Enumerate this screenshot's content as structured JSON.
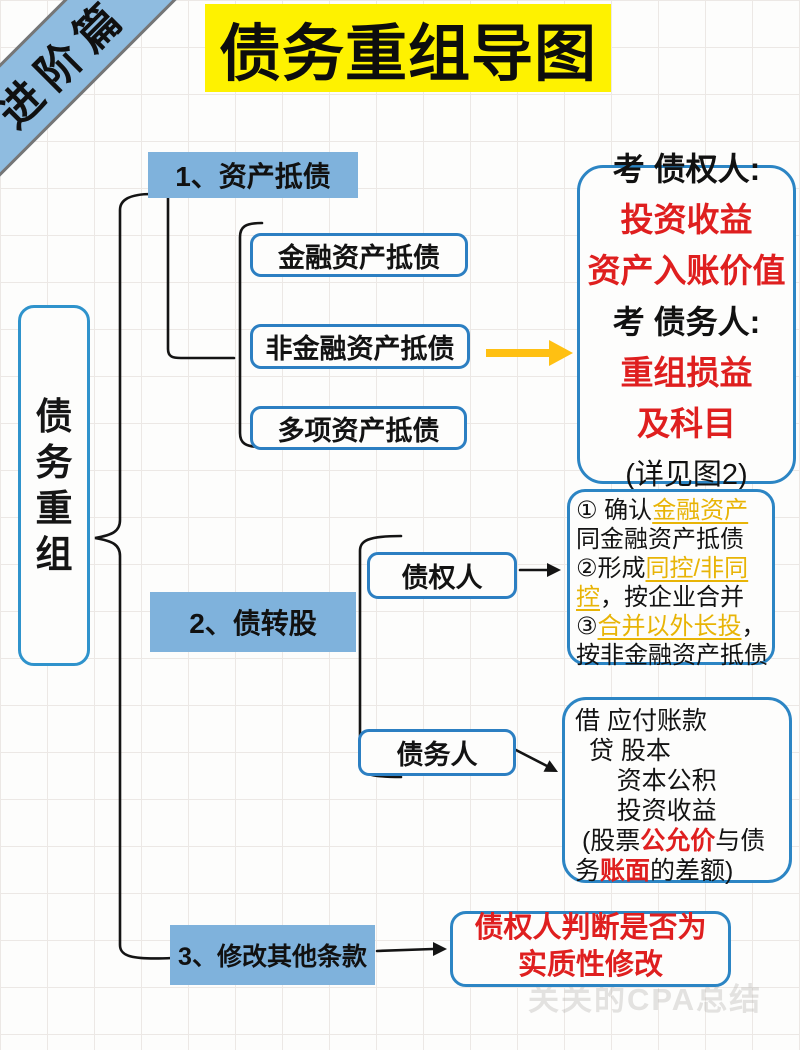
{
  "ribbon": {
    "label": "进阶篇"
  },
  "title": {
    "text": "债务重组导图"
  },
  "root": {
    "label": "债务重组",
    "chars": [
      "债",
      "务",
      "重",
      "组"
    ]
  },
  "branches": {
    "b1": {
      "label": "1、资产抵债",
      "children": [
        "金融资产抵债",
        "非金融资产抵债",
        "多项资产抵债"
      ]
    },
    "b2": {
      "label": "2、债转股",
      "children": [
        "债权人",
        "债务人"
      ]
    },
    "b3": {
      "label": "3、修改其他条款"
    }
  },
  "notes": {
    "note1": {
      "lines": [
        [
          {
            "t": "考 债权人:",
            "s": "hdr"
          }
        ],
        [
          {
            "t": "投资收益",
            "s": "red"
          }
        ],
        [
          {
            "t": "资产入账价值",
            "s": "red"
          }
        ],
        [
          {
            "t": "考 债务人:",
            "s": "hdr"
          }
        ],
        [
          {
            "t": "重组损益",
            "s": "red"
          }
        ],
        [
          {
            "t": "及科目",
            "s": "red"
          }
        ],
        [
          {
            "t": "(详见图2)",
            "s": "plain"
          }
        ]
      ]
    },
    "note2": {
      "lines": [
        [
          {
            "t": "① 确认",
            "s": "plain"
          },
          {
            "t": "金融资产",
            "s": "yellow"
          }
        ],
        [
          {
            "t": "同金融资产抵债",
            "s": "plain"
          }
        ],
        [
          {
            "t": "②形成",
            "s": "plain"
          },
          {
            "t": "同控/非同",
            "s": "yellow"
          }
        ],
        [
          {
            "t": "控",
            "s": "yellow"
          },
          {
            "t": "，按企业合并",
            "s": "plain"
          }
        ],
        [
          {
            "t": "③",
            "s": "plain"
          },
          {
            "t": "合并以外长投",
            "s": "yellow"
          },
          {
            "t": "，",
            "s": "plain"
          }
        ],
        [
          {
            "t": "按非金融资产抵债",
            "s": "plain"
          }
        ]
      ]
    },
    "note3": {
      "lines": [
        [
          {
            "t": "借 应付账款",
            "s": "plain"
          }
        ],
        [
          {
            "t": "  贷 股本",
            "s": "plain"
          }
        ],
        [
          {
            "t": "      资本公积",
            "s": "plain"
          }
        ],
        [
          {
            "t": "      投资收益",
            "s": "plain"
          }
        ],
        [
          {
            "t": " (股票",
            "s": "plain"
          },
          {
            "t": "公允价",
            "s": "red"
          },
          {
            "t": "与债",
            "s": "plain"
          }
        ],
        [
          {
            "t": "务",
            "s": "plain"
          },
          {
            "t": "账面",
            "s": "red"
          },
          {
            "t": "的差额)",
            "s": "plain"
          }
        ]
      ]
    },
    "note4": {
      "lines": [
        [
          {
            "t": "债权人判断是否为",
            "s": "red"
          }
        ],
        [
          {
            "t": "实质性修改",
            "s": "red"
          }
        ]
      ]
    }
  },
  "watermark": {
    "text": "关关的CPA总结"
  },
  "colors": {
    "title_highlight": "#fef200",
    "branch_fill": "#7fb2dc",
    "box_border_blue": "#2c85c4",
    "ribbon_blue": "#8fbce0",
    "accent_red": "#df1f1f",
    "accent_yellow_text": "#e8b406",
    "arrow_yellow": "#ffc012",
    "line_black": "#141414"
  }
}
